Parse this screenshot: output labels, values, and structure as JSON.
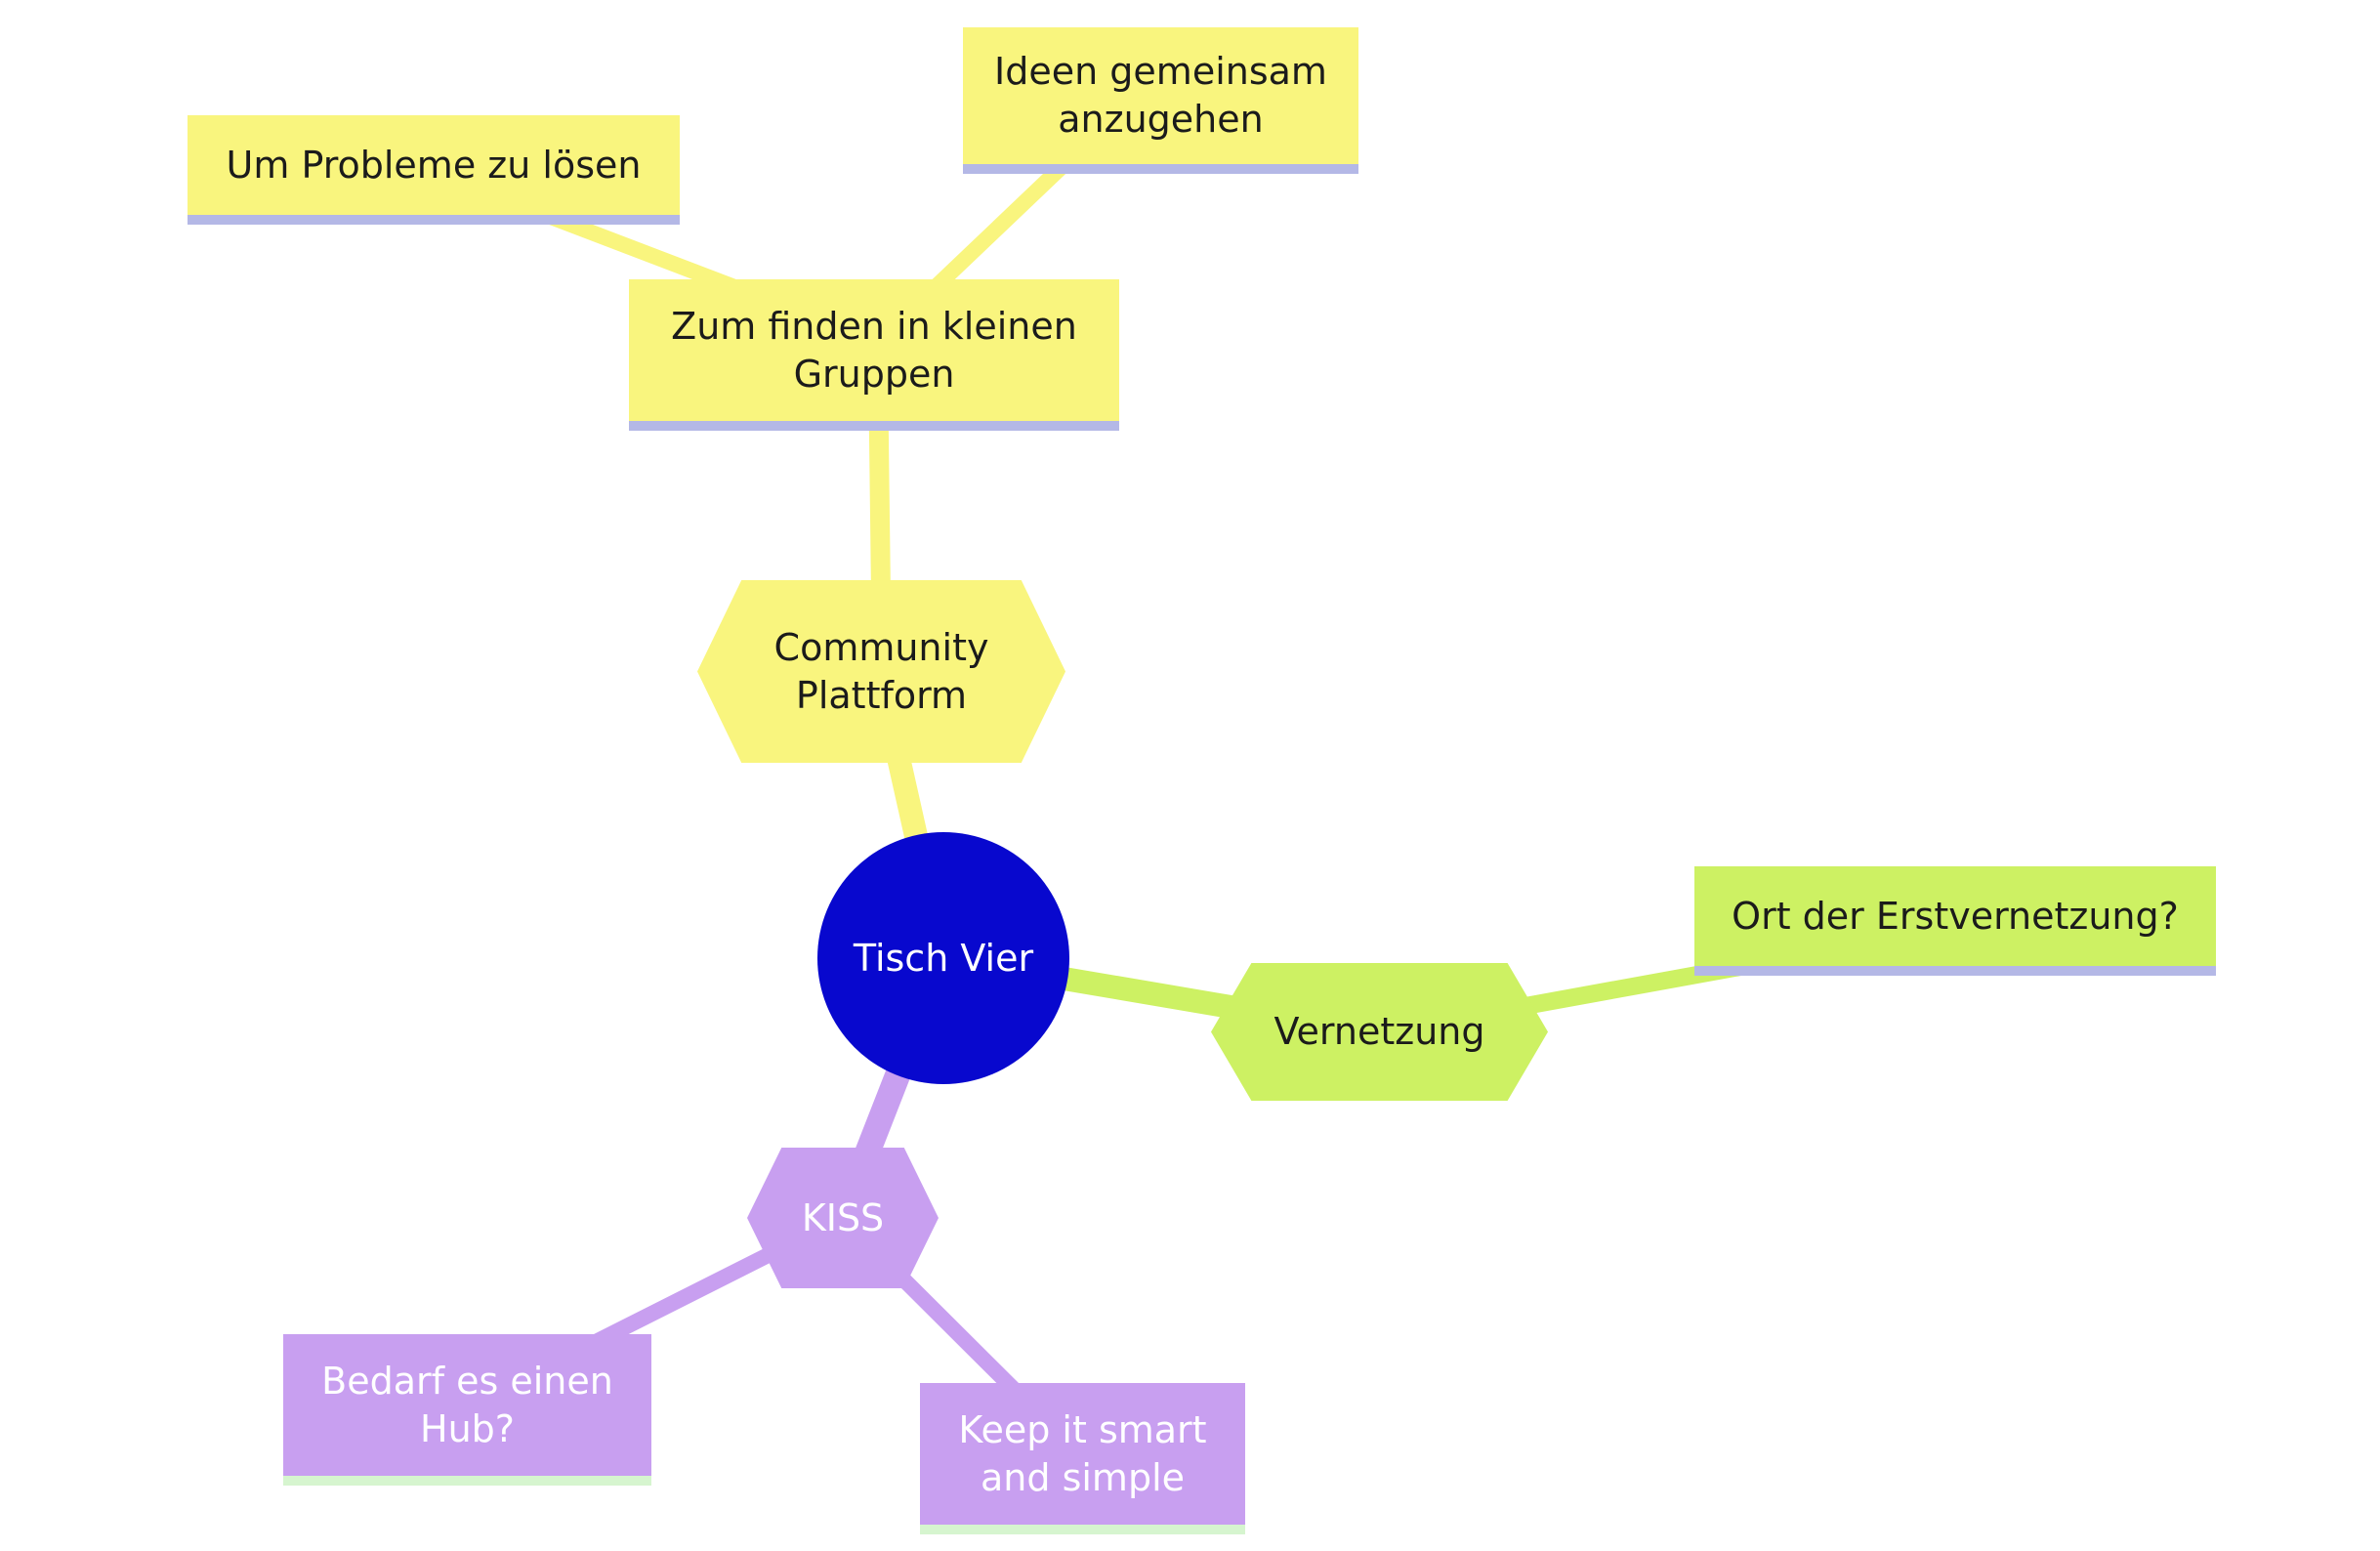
{
  "diagram": {
    "type": "mindmap",
    "background": "#FFFFFF"
  },
  "colors": {
    "root_fill": "#0808CE",
    "root_text": "#FFFFFF",
    "yellow_branch": "#F9F57E",
    "green_branch": "#CDF163",
    "purple_branch": "#C89FF0",
    "dark_text": "#1B1B1B",
    "light_text": "#FFFFFF",
    "underline_lavender": "#B4B8E6",
    "underline_pale_green": "#D6F5CF"
  },
  "nodes": {
    "root": {
      "label": "Tisch Vier",
      "shape": "circle",
      "branch": "center"
    },
    "community": {
      "label": "Community Plattform",
      "shape": "hexagon",
      "branch": "yellow"
    },
    "zumfinden": {
      "label": "Zum finden in kleinen Gruppen",
      "shape": "rect",
      "branch": "yellow"
    },
    "umprobleme": {
      "label": "Um Probleme zu lösen",
      "shape": "rect",
      "branch": "yellow"
    },
    "ideen": {
      "label": "Ideen gemeinsam anzugehen",
      "shape": "rect",
      "branch": "yellow"
    },
    "vernetzung": {
      "label": "Vernetzung",
      "shape": "hexagon",
      "branch": "green"
    },
    "ort": {
      "label": "Ort der Erstvernetzung?",
      "shape": "rect",
      "branch": "green"
    },
    "kiss": {
      "label": "KISS",
      "shape": "hexagon",
      "branch": "purple"
    },
    "hub": {
      "label": "Bedarf es einen Hub?",
      "shape": "rect",
      "branch": "purple"
    },
    "keep": {
      "label": "Keep it smart and simple",
      "shape": "rect",
      "branch": "purple"
    }
  },
  "edges": [
    {
      "from": "root",
      "to": "community",
      "color_key": "yellow_branch"
    },
    {
      "from": "community",
      "to": "zumfinden",
      "color_key": "yellow_branch"
    },
    {
      "from": "zumfinden",
      "to": "umprobleme",
      "color_key": "yellow_branch"
    },
    {
      "from": "zumfinden",
      "to": "ideen",
      "color_key": "yellow_branch"
    },
    {
      "from": "root",
      "to": "vernetzung",
      "color_key": "green_branch"
    },
    {
      "from": "vernetzung",
      "to": "ort",
      "color_key": "green_branch"
    },
    {
      "from": "root",
      "to": "kiss",
      "color_key": "purple_branch"
    },
    {
      "from": "kiss",
      "to": "hub",
      "color_key": "purple_branch"
    },
    {
      "from": "kiss",
      "to": "keep",
      "color_key": "purple_branch"
    }
  ]
}
